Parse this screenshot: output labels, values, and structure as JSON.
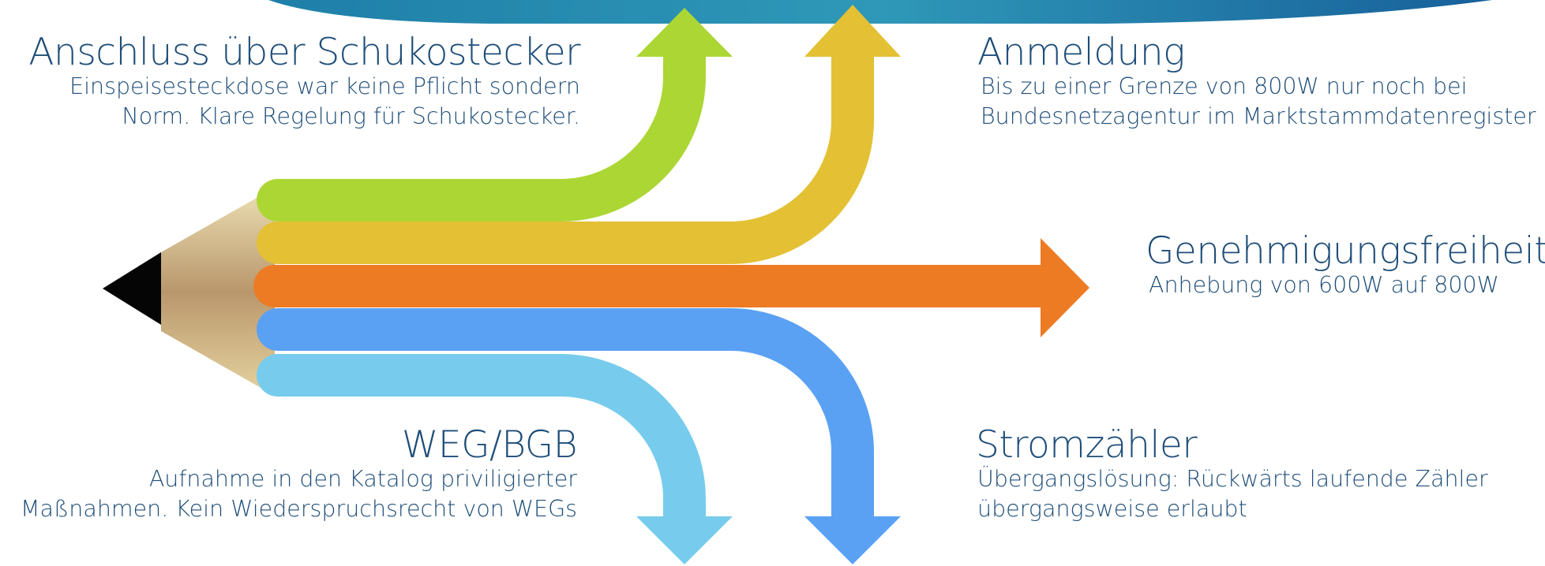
{
  "colors": {
    "green": "#acd634",
    "yellow": "#e4c034",
    "orange": "#ed7b24",
    "blue": "#5aa1f4",
    "light_blue": "#77cced",
    "text": "#1f4e79",
    "banner": "#2a87ad"
  },
  "blocks": {
    "anschluss": {
      "title": "Anschluss über Schukostecker",
      "line1": "Einspeisesteckdose war keine Pflicht sondern",
      "line2": "Norm. Klare Regelung für Schukostecker."
    },
    "anmeldung": {
      "title": "Anmeldung",
      "line1": "Bis zu einer Grenze von 800W nur noch bei",
      "line2": "Bundesnetzagentur im Marktstammdatenregister"
    },
    "genehmigung": {
      "title": "Genehmigungsfreiheit",
      "line1": "Anhebung von 600W auf 800W"
    },
    "weg": {
      "title": "WEG/BGB",
      "line1": "Aufnahme in den Katalog priviligierter",
      "line2": "Maßnahmen. Kein Wiederspruchsrecht von WEGs"
    },
    "strom": {
      "title": "Stromzähler",
      "line1": "Übergangslösung: Rückwärts laufende Zähler",
      "line2": "übergangsweise erlaubt"
    }
  }
}
